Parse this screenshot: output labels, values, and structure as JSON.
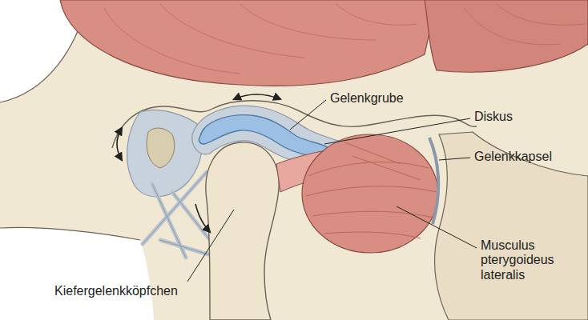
{
  "diagram": {
    "labels": [
      "Gelenkgrube",
      "Diskus",
      "Gelenkkapsel",
      "Musculus pterygoideus lateralis",
      "Kiefergelenkköpfchen"
    ]
  }
}
